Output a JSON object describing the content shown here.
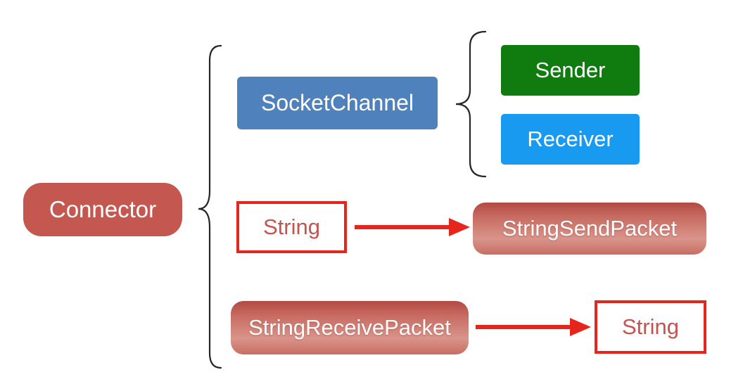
{
  "diagram": {
    "nodes": {
      "connector": {
        "label": "Connector"
      },
      "socket_channel": {
        "label": "SocketChannel"
      },
      "sender": {
        "label": "Sender"
      },
      "receiver": {
        "label": "Receiver"
      },
      "string_input": {
        "label": "String"
      },
      "string_send_packet": {
        "label": "StringSendPacket"
      },
      "string_receive_packet": {
        "label": "StringReceivePacket"
      },
      "string_output": {
        "label": "String"
      }
    },
    "colors": {
      "connector_fill": "#c4574f",
      "socket_channel_fill": "#4f81bd",
      "sender_fill": "#107c10",
      "receiver_fill": "#189af0",
      "packet_gradient_top": "#b24a42",
      "packet_gradient_light": "#d9948a",
      "packet_gradient_bottom": "#c86e63",
      "string_border": "#e6261d",
      "string_text": "#c5534e",
      "arrow": "#e6261d",
      "brace_stroke": "#262626",
      "node_text": "#ffffff",
      "background": "#ffffff"
    }
  }
}
